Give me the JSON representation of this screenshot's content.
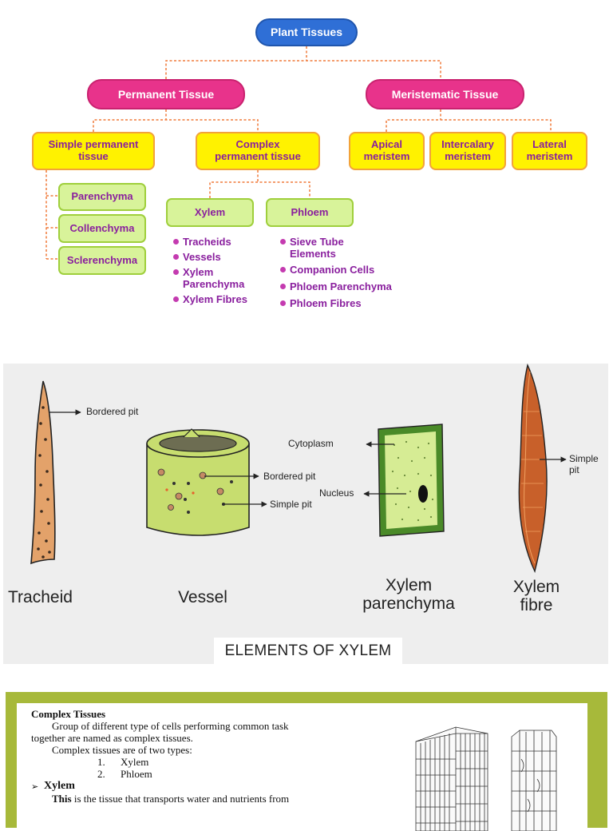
{
  "tree": {
    "root": "Plant Tissues",
    "permanent": "Permanent Tissue",
    "meristematic": "Meristematic Tissue",
    "simple_permanent": "Simple permanent tissue",
    "complex_permanent": "Complex permanent tissue",
    "simple_items": [
      "Parenchyma",
      "Collenchyma",
      "Sclerenchyma"
    ],
    "meristems": [
      "Apical meristem",
      "Intercalary meristem",
      "Lateral meristem"
    ],
    "xylem": "Xylem",
    "phloem": "Phloem",
    "xylem_items": [
      "Tracheids",
      "Vessels",
      "Xylem Parenchyma",
      "Xylem Fibres"
    ],
    "phloem_items": [
      "Sieve Tube Elements",
      "Companion Cells",
      "Phloem Parenchyma",
      "Phloem Fibres"
    ]
  },
  "xylem_diagram": {
    "title": "ELEMENTS OF XYLEM",
    "tracheid": {
      "name": "Tracheid",
      "pointer": "Bordered pit"
    },
    "vessel": {
      "name": "Vessel",
      "pointers": [
        "Bordered pit",
        "Simple pit"
      ]
    },
    "parenchyma": {
      "name": "Xylem parenchyma",
      "pointers": [
        "Cytoplasm",
        "Nucleus"
      ]
    },
    "fibre": {
      "name": "Xylem fibre",
      "pointer": "Simple pit"
    }
  },
  "doc": {
    "heading": "Complex Tissues",
    "para1a": "Group of different type of cells performing common task",
    "para1b": "together are named as complex tissues.",
    "para2": "Complex tissues are of two types:",
    "list": [
      {
        "num": "1.",
        "text": "Xylem"
      },
      {
        "num": "2.",
        "text": "Phloem"
      }
    ],
    "sub_heading": "Xylem",
    "xylem_intro_bold": "This",
    "xylem_intro_rest": " is the tissue that transports water and nutrients from"
  },
  "colors": {
    "root": "#2f6fd6",
    "pink": "#e8338b",
    "yellow": "#fff200",
    "green": "#d8f39a",
    "connector": "#f07a3a",
    "purple_text": "#8a1f9e",
    "doc_frame": "#a7b93a"
  }
}
